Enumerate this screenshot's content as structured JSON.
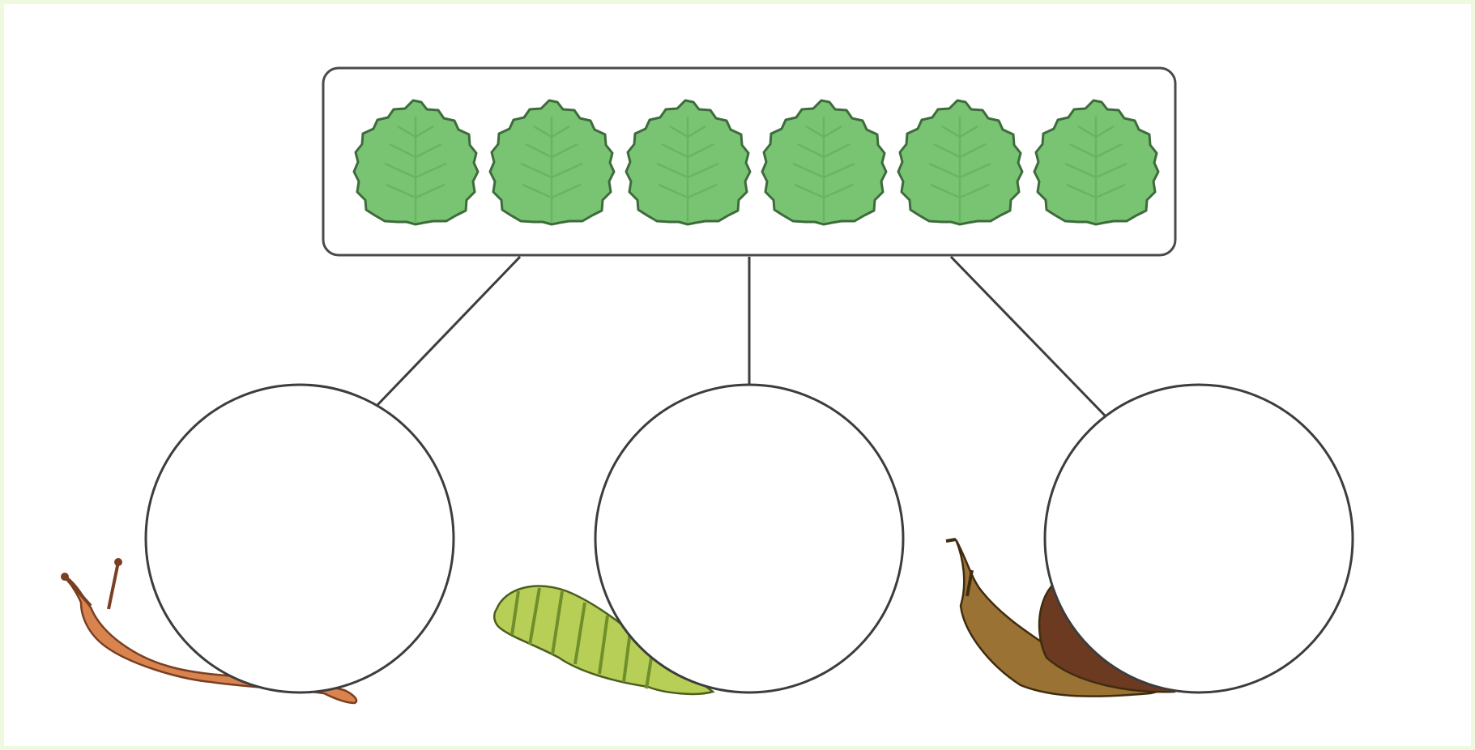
{
  "diagram": {
    "leaf_tray": {
      "leaf_count": 6,
      "leaf_color": "#79c472",
      "leaf_outline": "#3e6b3c"
    },
    "connectors": 3,
    "circles": [
      {
        "creature": "slug",
        "creature_color": "#d9844f",
        "value": ""
      },
      {
        "creature": "caterpillar",
        "creature_color": "#b7cf57",
        "value": ""
      },
      {
        "creature": "snail",
        "creature_color": "#9a7233",
        "value": ""
      }
    ],
    "colors": {
      "page_border": "#eef9df",
      "line": "#3d3d3d",
      "fill": "#ffffff"
    }
  }
}
